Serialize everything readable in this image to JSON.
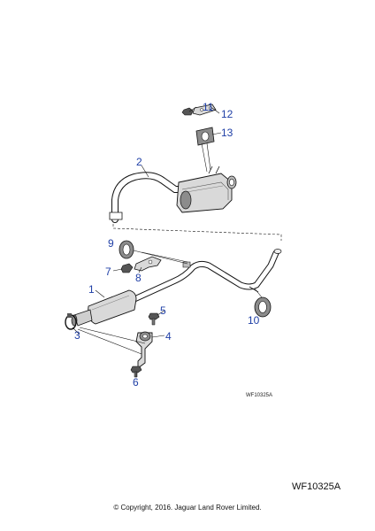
{
  "callouts": [
    {
      "id": "1",
      "label": "1"
    },
    {
      "id": "2",
      "label": "2"
    },
    {
      "id": "3",
      "label": "3"
    },
    {
      "id": "4",
      "label": "4"
    },
    {
      "id": "5",
      "label": "5"
    },
    {
      "id": "6",
      "label": "6"
    },
    {
      "id": "7",
      "label": "7"
    },
    {
      "id": "8",
      "label": "8"
    },
    {
      "id": "9",
      "label": "9"
    },
    {
      "id": "10",
      "label": "10"
    },
    {
      "id": "11",
      "label": "11"
    },
    {
      "id": "12",
      "label": "12"
    },
    {
      "id": "13",
      "label": "13"
    }
  ],
  "diagram_ref_small": "WF10325A",
  "diagram_ref_large": "WF10325A",
  "copyright": "© Copyright, 2016. Jaguar Land Rover Limited.",
  "colors": {
    "callout": "#1f3fa6",
    "line": "#111111",
    "part_fill": "#d9d9d9",
    "part_dark": "#8c8c8c"
  }
}
